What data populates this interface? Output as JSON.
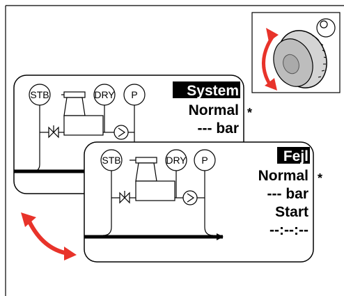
{
  "colors": {
    "arrow": "#e8332a",
    "line": "#000000",
    "inverse_bg": "#000000",
    "inverse_fg": "#ffffff"
  },
  "knob_panel": {
    "icon": "rotary-knob-icon",
    "button_icon": "push-button-icon"
  },
  "screen_back": {
    "title": "System",
    "status": "Normal",
    "pressure": "--- bar",
    "asterisk": "*",
    "stb_label": "STB",
    "dry_label": "DRY",
    "p_label": "P"
  },
  "screen_front": {
    "title": "Fejl",
    "status": "Normal",
    "pressure": "--- bar",
    "mode": "Start",
    "time": "--:--:--",
    "asterisk": "*",
    "stb_label": "STB",
    "dry_label": "DRY",
    "p_label": "P"
  }
}
